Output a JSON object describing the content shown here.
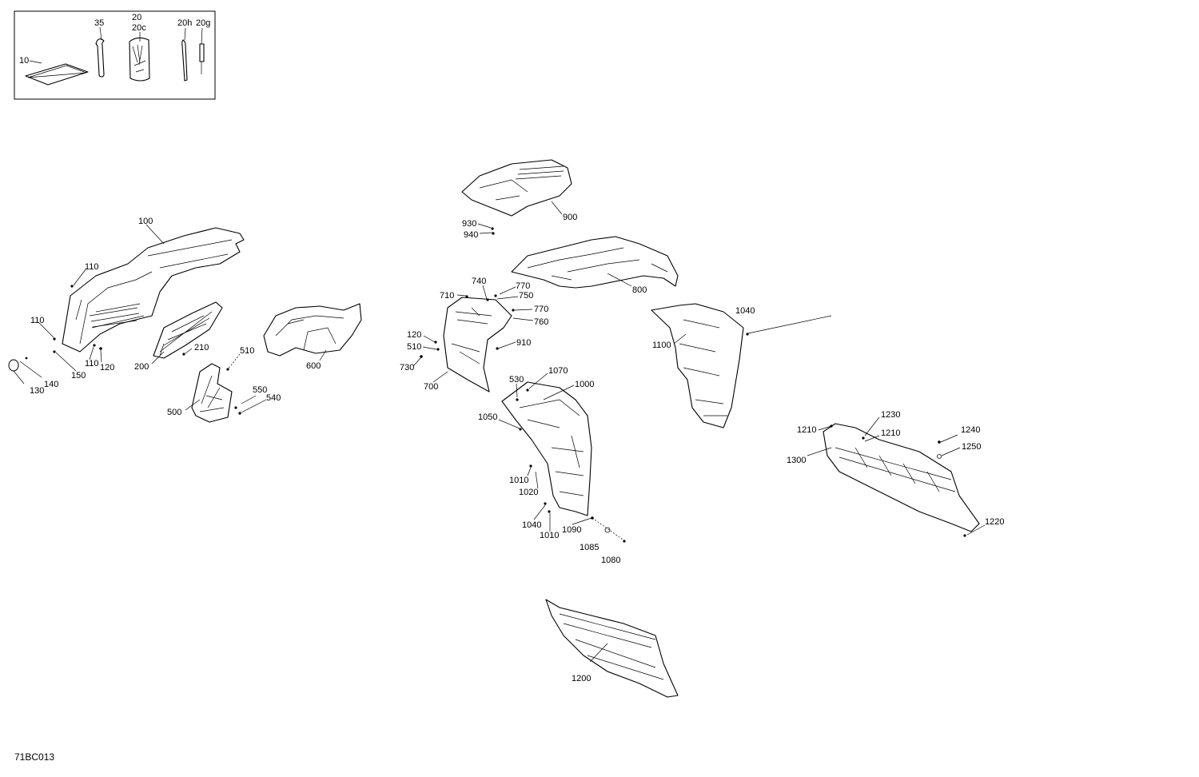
{
  "kit_box": {
    "labels": [
      "10",
      "35",
      "20",
      "20c",
      "20h",
      "20g"
    ]
  },
  "callouts": {
    "c100": "100",
    "c110a": "110",
    "c110b": "110",
    "c110c": "110",
    "c120a": "120",
    "c130": "130",
    "c140": "140",
    "c150": "150",
    "c200": "200",
    "c210": "210",
    "c500": "500",
    "c510a": "510",
    "c540": "540",
    "c550": "550",
    "c600": "600",
    "c700": "700",
    "c710": "710",
    "c740": "740",
    "c750": "750",
    "c760": "760",
    "c770a": "770",
    "c770b": "770",
    "c730": "730",
    "c510b": "510",
    "c120b": "120",
    "c910": "910",
    "c800": "800",
    "c900": "900",
    "c930": "930",
    "c940": "940",
    "c1000": "1000",
    "c1010a": "1010",
    "c1010b": "1010",
    "c1020": "1020",
    "c1040a": "1040",
    "c1040b": "1040",
    "c1050": "1050",
    "c1070": "1070",
    "c530": "530",
    "c1080": "1080",
    "c1085": "1085",
    "c1090": "1090",
    "c1100": "1100",
    "c1200": "1200",
    "c1210a": "1210",
    "c1210b": "1210",
    "c1220": "1220",
    "c1230": "1230",
    "c1240": "1240",
    "c1250": "1250",
    "c1300": "1300"
  },
  "figure_code": "71BC013"
}
